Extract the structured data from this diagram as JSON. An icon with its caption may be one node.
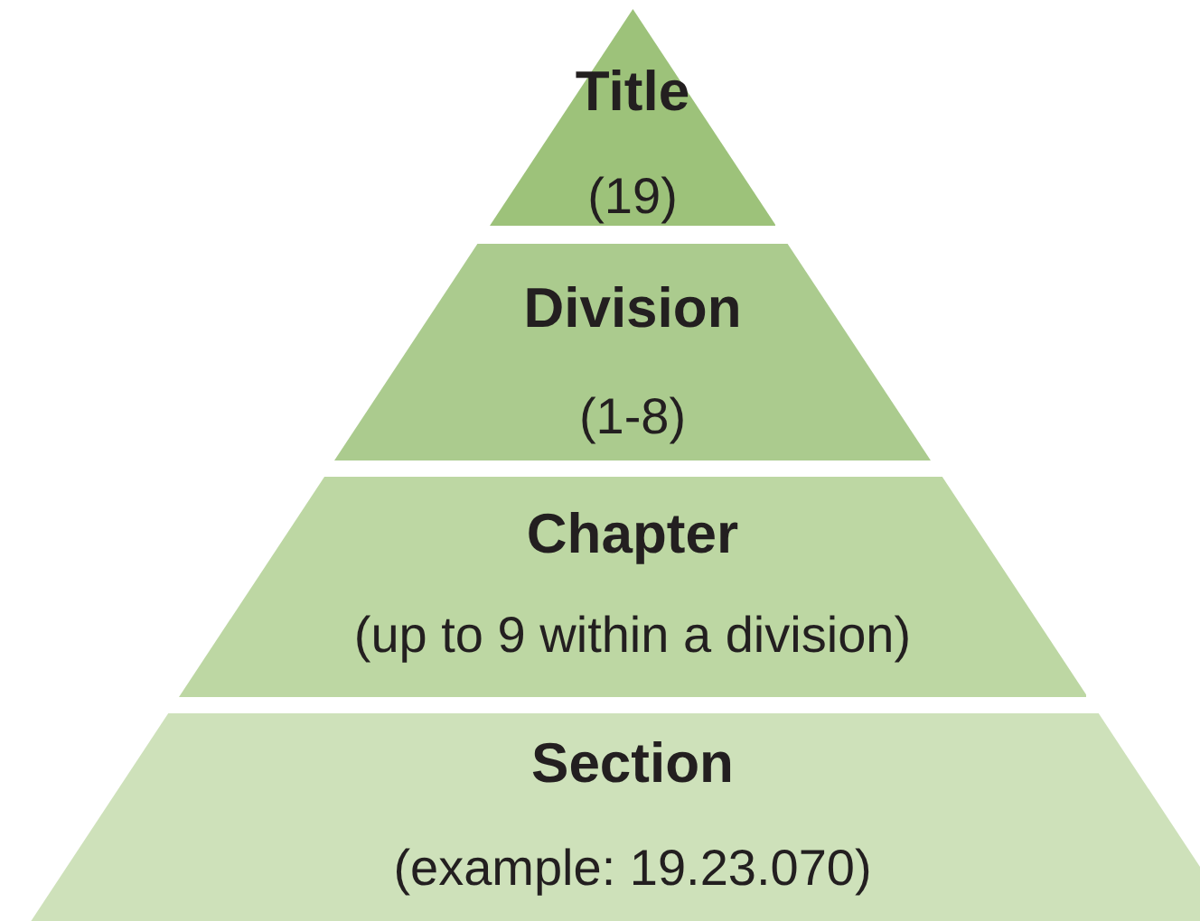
{
  "diagram": {
    "nodes": [
      {
        "text": [
          "Title",
          "(19)"
        ]
      },
      {
        "text": [
          "Division",
          "(1-8)"
        ]
      },
      {
        "text": [
          "Chapter",
          "(up to 9 within a division)"
        ]
      },
      {
        "text": [
          "Section",
          "(example: 19.23.070)"
        ]
      }
    ]
  }
}
